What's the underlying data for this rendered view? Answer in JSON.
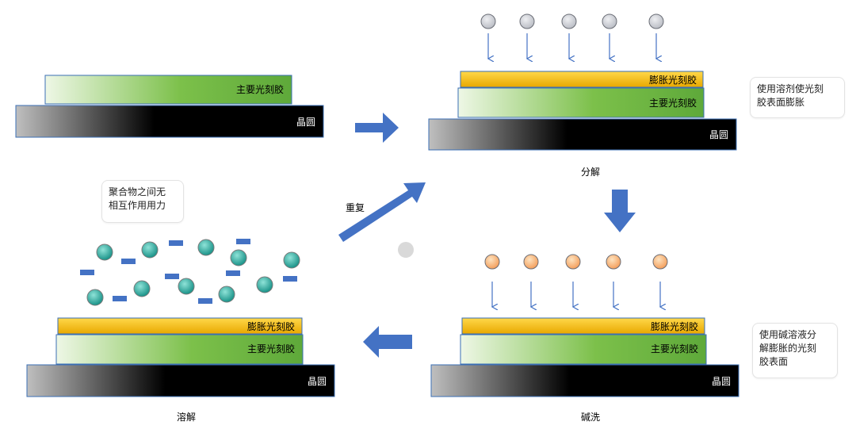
{
  "layers": {
    "main_resist": "主要光刻胶",
    "swollen_resist": "膨胀光刻胶",
    "wafer": "晶圆"
  },
  "steps": {
    "decompose": "分解",
    "alkaline_wash": "碱洗",
    "dissolve": "溶解",
    "repeat": "重复"
  },
  "notes": {
    "solvent_swell": [
      "使用溶剂使光刻",
      "胶表面膨胀"
    ],
    "alkaline_dissolve": [
      "使用碱溶液分",
      "解膨胀的光刻",
      "胶表面"
    ],
    "no_interaction": [
      "聚合物之间无",
      "相互作用用力"
    ]
  },
  "colors": {
    "arrow": "#4472c4",
    "resist_green": "#6db33f",
    "swollen_orange": "#f0b400",
    "solvent_particle": "#c9ccd3",
    "alkali_particle": "#f7a86a",
    "polymer_ball": "#1aa59b",
    "polymer_chip": "#4472c4",
    "neutral_dot": "#d9d9d9"
  }
}
